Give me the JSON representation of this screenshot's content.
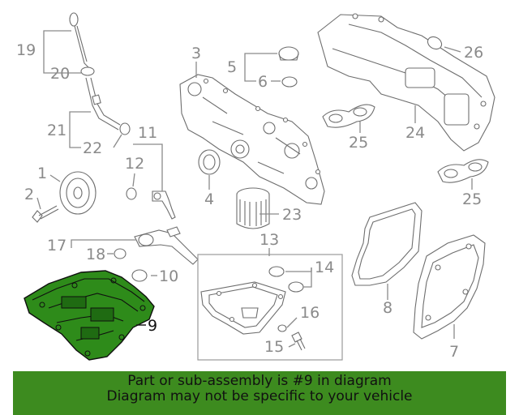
{
  "callouts": {
    "c1": "1",
    "c2": "2",
    "c3": "3",
    "c4": "4",
    "c5": "5",
    "c6": "6",
    "c7": "7",
    "c8": "8",
    "c9": "9",
    "c10": "10",
    "c11": "11",
    "c12": "12",
    "c13": "13",
    "c14": "14",
    "c15": "15",
    "c16": "16",
    "c17": "17",
    "c18": "18",
    "c19": "19",
    "c20": "20",
    "c21": "21",
    "c22": "22",
    "c23": "23",
    "c24": "24",
    "c25a": "25",
    "c25b": "25",
    "c26": "26"
  },
  "highlight_color": "#2e8b1a",
  "banner": {
    "line1": "Part or sub-assembly is #9 in diagram",
    "line2": "Diagram may not be specific to your vehicle",
    "color": "#3d8b1f"
  }
}
